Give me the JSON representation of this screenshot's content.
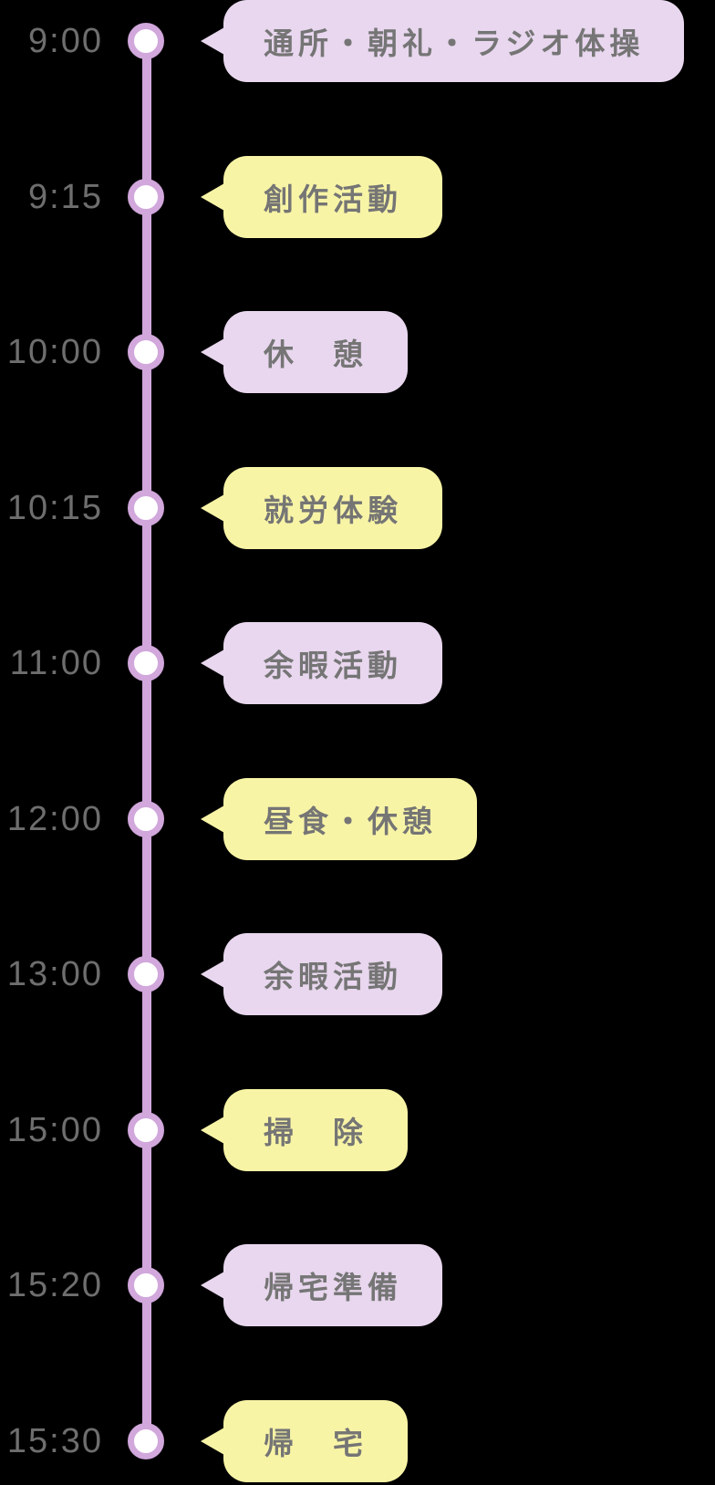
{
  "palette": {
    "background": "#000000",
    "line": "#d1a7dc",
    "node_fill": "#ffffff",
    "bubble_purple": "#e8d7ee",
    "bubble_yellow": "#f8f4a6",
    "text_gray": "#757575",
    "time_gray": "#6e6e6e"
  },
  "timeline": {
    "items": [
      {
        "time": "9:00",
        "label": "通所・朝礼・ラジオ体操",
        "color": "purple"
      },
      {
        "time": "9:15",
        "label": "創作活動",
        "color": "yellow"
      },
      {
        "time": "10:00",
        "label": "休　憩",
        "color": "purple"
      },
      {
        "time": "10:15",
        "label": "就労体験",
        "color": "yellow"
      },
      {
        "time": "11:00",
        "label": "余暇活動",
        "color": "purple"
      },
      {
        "time": "12:00",
        "label": "昼食・休憩",
        "color": "yellow"
      },
      {
        "time": "13:00",
        "label": "余暇活動",
        "color": "purple"
      },
      {
        "time": "15:00",
        "label": "掃　除",
        "color": "yellow"
      },
      {
        "time": "15:20",
        "label": "帰宅準備",
        "color": "purple"
      },
      {
        "time": "15:30",
        "label": "帰　宅",
        "color": "yellow"
      }
    ]
  }
}
